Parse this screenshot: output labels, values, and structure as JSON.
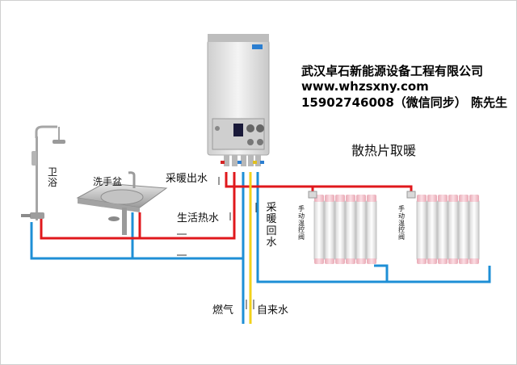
{
  "company": {
    "name": "武汉卓石新能源设备工程有限公司",
    "website": "www.whzsxny.com",
    "contact": "15902746008（微信同步） 陈先生"
  },
  "labels": {
    "radiator_heating": "散热片取暖",
    "bathroom": "卫浴",
    "wash_basin": "洗手盆",
    "heating_outlet": "采暖出水",
    "domestic_hot_water": "生活热水",
    "heating_return": "采暖回水",
    "gas": "燃气",
    "tap_water": "自来水",
    "manual_valve_1": "手动温控阀",
    "manual_valve_2": "手动温控阀"
  },
  "colors": {
    "hot_pipe": "#e0181c",
    "cold_pipe": "#1e8fd6",
    "gas_pipe": "#f2d11b",
    "radiator_top": "#f5c7cf",
    "radiator_body": "#f2f2f2",
    "boiler_body": "#dcdcdc"
  }
}
